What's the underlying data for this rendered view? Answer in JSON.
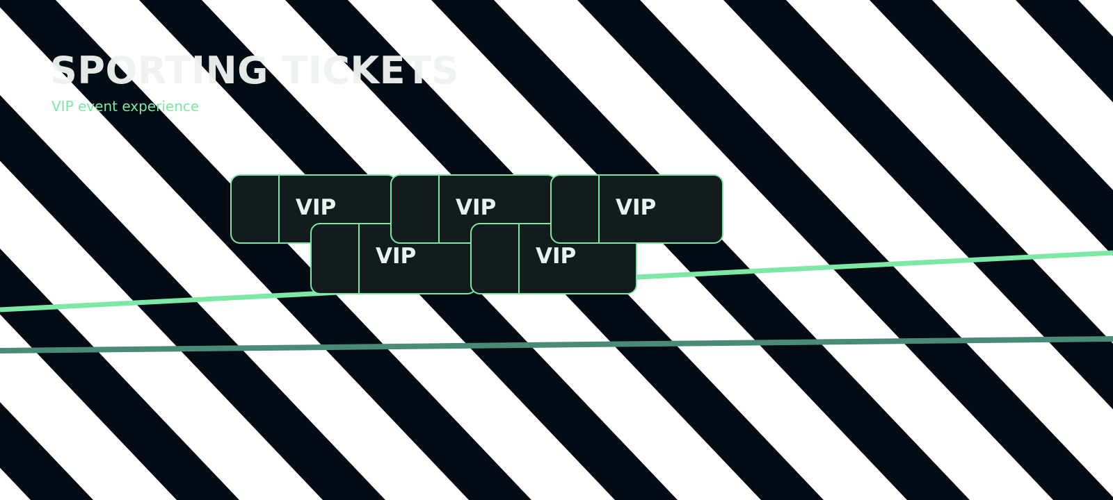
{
  "header": {
    "title": "SPORTING TICKETS",
    "subtitle": "VIP event experience"
  },
  "tickets": [
    {
      "label": "VIP"
    },
    {
      "label": "VIP"
    },
    {
      "label": "VIP"
    },
    {
      "label": "VIP"
    },
    {
      "label": "VIP"
    }
  ],
  "colors": {
    "stripe_dark": "#030b14",
    "stripe_light": "#ffffff",
    "accent_green": "#7de8a6",
    "teal_line": "#4a8a78",
    "ticket_fill": "#141b1e",
    "title_text": "#eef3f1"
  }
}
